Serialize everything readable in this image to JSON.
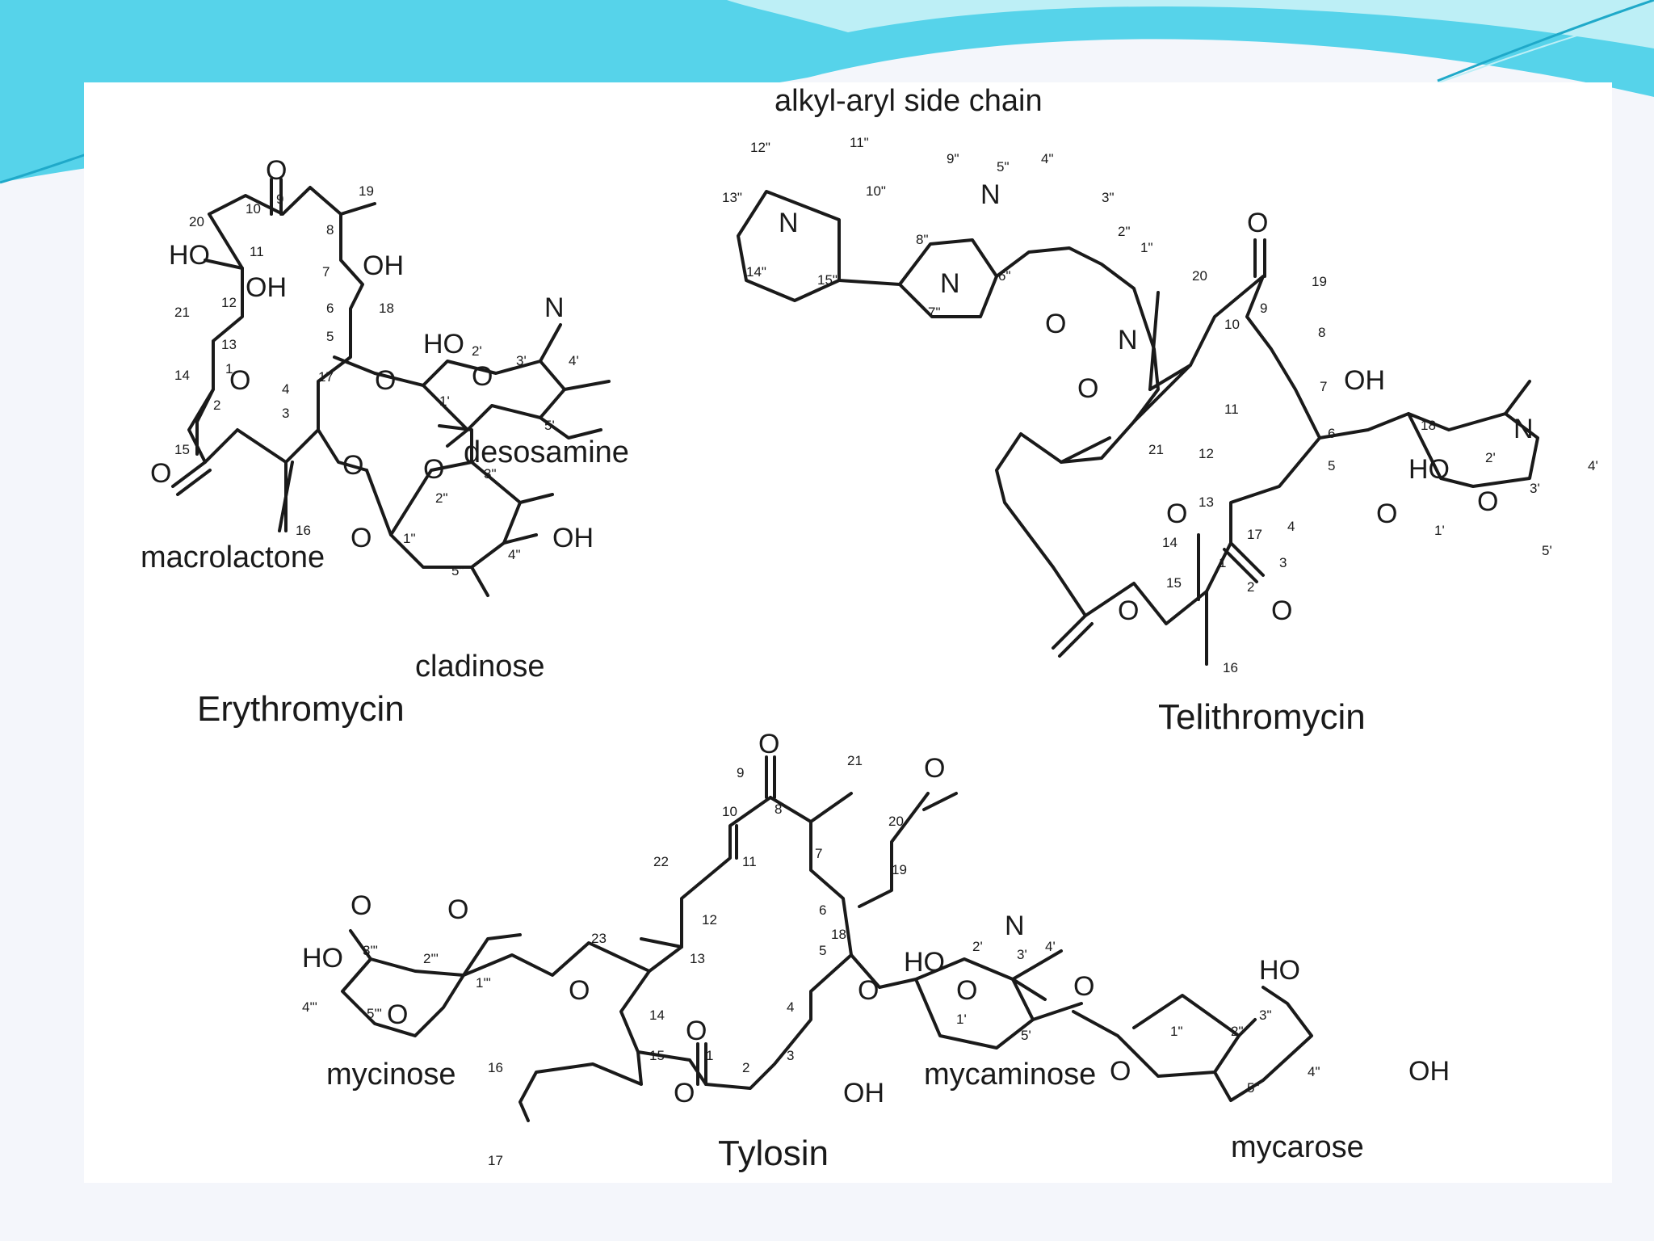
{
  "slide": {
    "banner_colors": {
      "light": "#bdeff6",
      "mid": "#56d3ea",
      "dark": "#1fa9c9"
    },
    "background_color": "#f4f6fb"
  },
  "molecules": {
    "erythromycin": {
      "title": "Erythromycin",
      "parts": {
        "core": "macrolactone",
        "sugar_a": "desosamine",
        "sugar_b": "cladinose"
      },
      "atoms": {
        "O": "O",
        "HO": "HO",
        "OH": "OH",
        "N": "N"
      },
      "numbers": [
        "1",
        "2",
        "3",
        "4",
        "5",
        "6",
        "7",
        "8",
        "9",
        "10",
        "11",
        "12",
        "13",
        "14",
        "15",
        "16",
        "17",
        "18",
        "19",
        "20",
        "21",
        "1'",
        "2'",
        "3'",
        "4'",
        "5'",
        "1\"",
        "2\"",
        "3\"",
        "4\"",
        "5\""
      ]
    },
    "telithromycin": {
      "title": "Telithromycin",
      "side_chain_label": "alkyl-aryl side chain",
      "atoms": {
        "O": "O",
        "OH": "OH",
        "HO": "HO",
        "N": "N"
      },
      "numbers": [
        "1",
        "2",
        "3",
        "4",
        "5",
        "6",
        "7",
        "8",
        "9",
        "10",
        "11",
        "12",
        "13",
        "14",
        "15",
        "16",
        "17",
        "18",
        "19",
        "20",
        "21",
        "1'",
        "2'",
        "3'",
        "4'",
        "5'",
        "1\"",
        "2\"",
        "3\"",
        "4\"",
        "5\"",
        "6\"",
        "7\"",
        "8\"",
        "9\"",
        "10\"",
        "11\"",
        "12\"",
        "13\"",
        "14\"",
        "15\""
      ]
    },
    "tylosin": {
      "title": "Tylosin",
      "parts": {
        "sugar_a": "mycinose",
        "sugar_b": "mycaminose",
        "sugar_c": "mycarose"
      },
      "atoms": {
        "O": "O",
        "OH": "OH",
        "HO": "HO",
        "N": "N"
      },
      "numbers": [
        "1",
        "2",
        "3",
        "4",
        "5",
        "6",
        "7",
        "8",
        "9",
        "10",
        "11",
        "12",
        "13",
        "14",
        "15",
        "16",
        "17",
        "18",
        "19",
        "20",
        "21",
        "22",
        "23",
        "1'",
        "2'",
        "3'",
        "4'",
        "5'",
        "1\"",
        "2\"",
        "3\"",
        "4\"",
        "5\"",
        "1'\"",
        "2'\"",
        "3'\"",
        "4'\"",
        "5'\""
      ]
    }
  }
}
